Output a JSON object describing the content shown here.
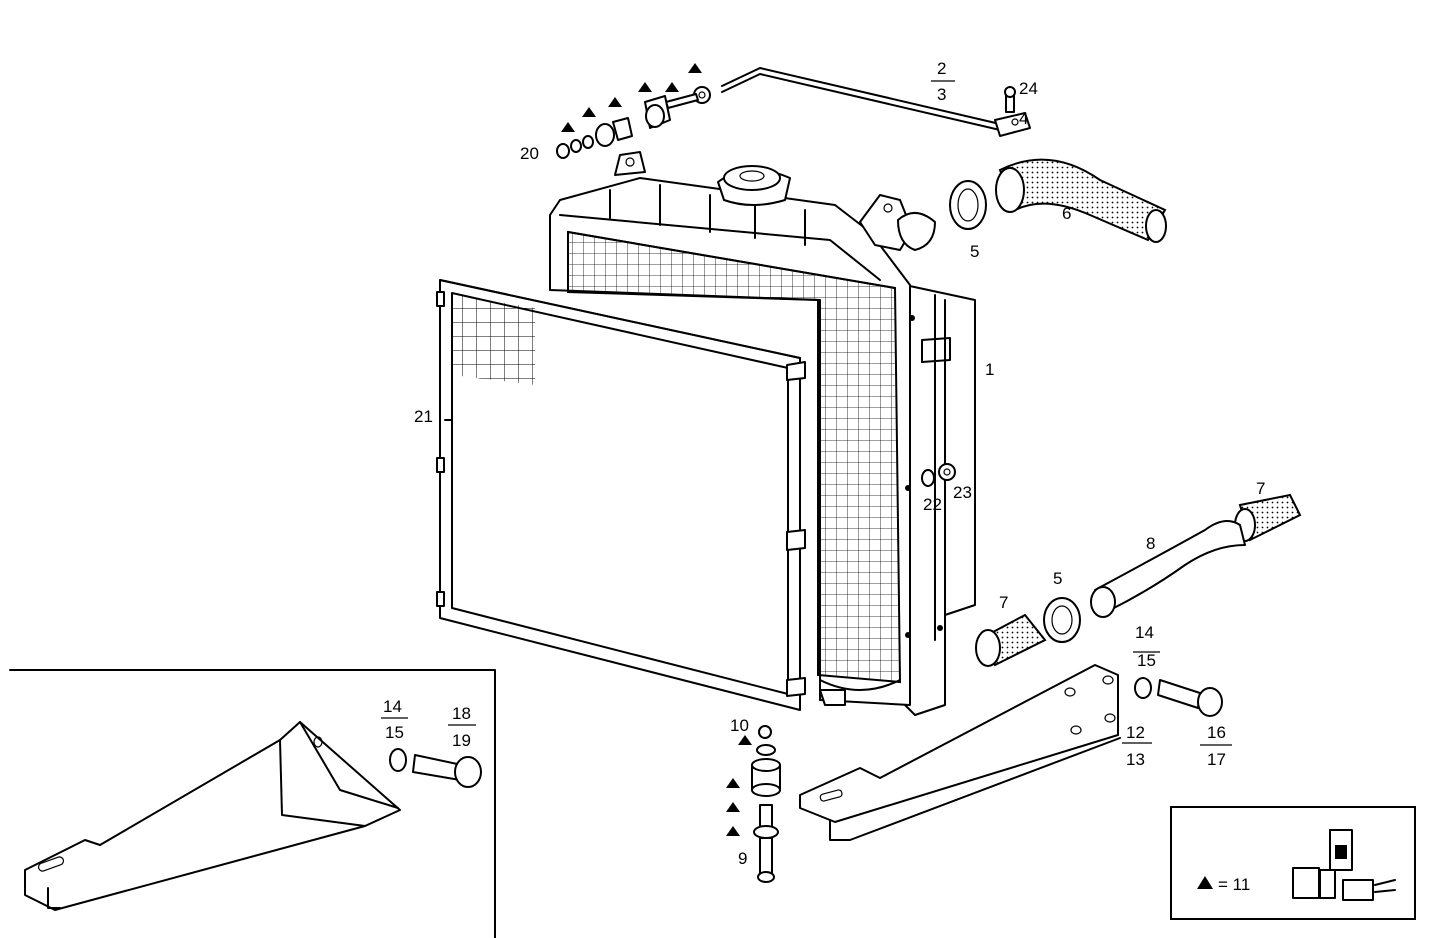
{
  "labels": {
    "l1": "1",
    "l2": "2",
    "l3": "3",
    "l4": "4",
    "l5a": "5",
    "l5b": "5",
    "l6": "6",
    "l7a": "7",
    "l7b": "7",
    "l8": "8",
    "l9": "9",
    "l10": "10",
    "l12": "12",
    "l13": "13",
    "l14a": "14",
    "l15a": "15",
    "l14b": "14",
    "l15b": "15",
    "l16": "16",
    "l17": "17",
    "l18": "18",
    "l19": "19",
    "l20": "20",
    "l21": "21",
    "l22": "22",
    "l23": "23",
    "l24": "24"
  },
  "legend": {
    "text": "= 11"
  }
}
